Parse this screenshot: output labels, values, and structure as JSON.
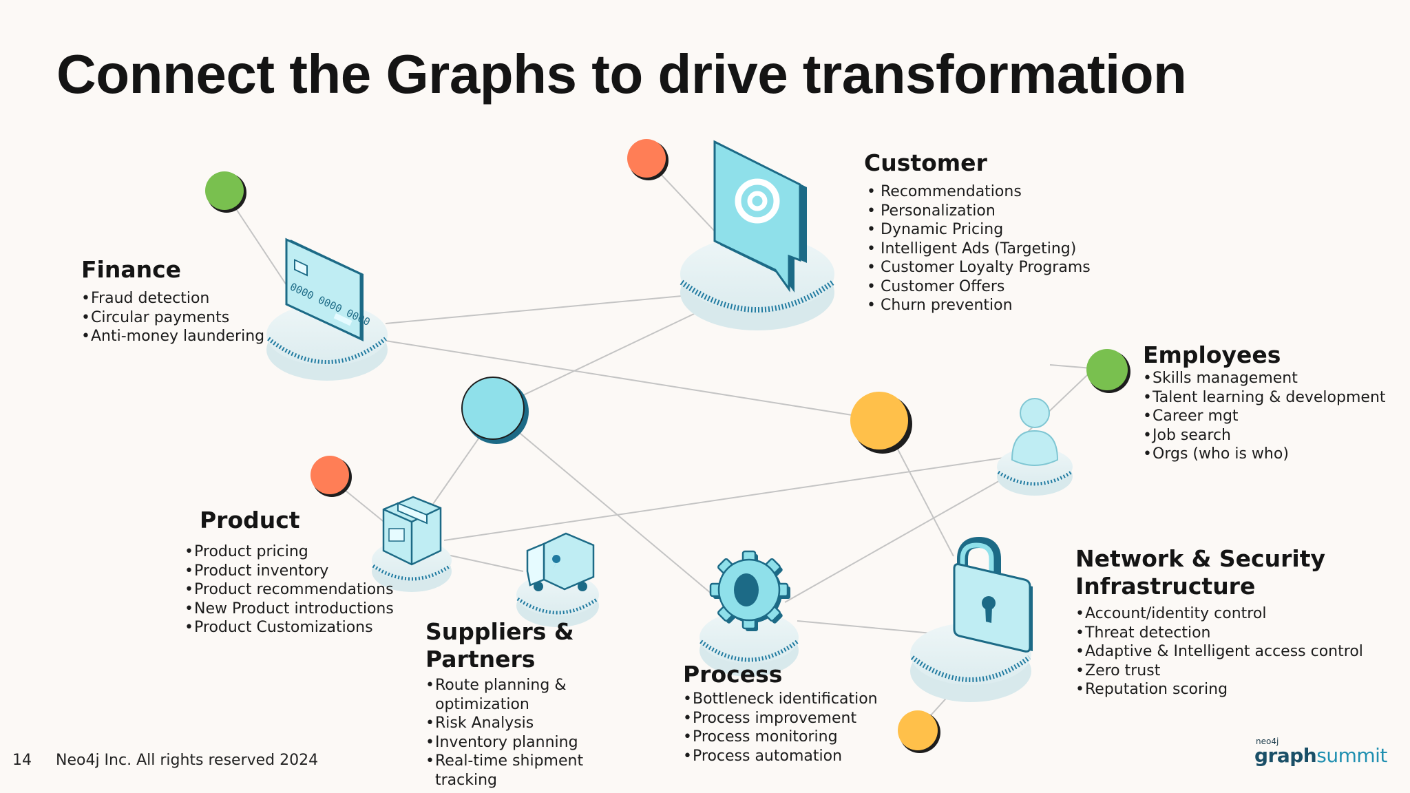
{
  "title": "Connect the Graphs to drive transformation",
  "groups": {
    "finance": {
      "heading": "Finance",
      "items": [
        "Fraud detection",
        "Circular payments",
        "Anti-money laundering"
      ]
    },
    "customer": {
      "heading": "Customer",
      "items": [
        "Recommendations",
        "Personalization",
        "Dynamic Pricing",
        "Intelligent Ads (Targeting)",
        "Customer Loyalty Programs",
        "Customer Offers",
        "Churn prevention"
      ]
    },
    "employees": {
      "heading": "Employees",
      "items": [
        "Skills management",
        "Talent learning & development",
        "Career mgt",
        "Job search",
        "Orgs (who is who)"
      ]
    },
    "product": {
      "heading": "Product",
      "items": [
        "Product pricing",
        "Product inventory",
        "Product recommendations",
        "New Product introductions",
        "Product Customizations"
      ]
    },
    "suppliers": {
      "heading_line1": "Suppliers &",
      "heading_line2": "Partners",
      "items": [
        "Route planning &",
        "optimization",
        "Risk Analysis",
        "Inventory planning",
        "Real-time shipment",
        "tracking"
      ]
    },
    "process": {
      "heading": "Process",
      "items": [
        "Bottleneck identification",
        "Process improvement",
        "Process monitoring",
        "Process automation"
      ]
    },
    "network": {
      "heading_line1": "Network & Security",
      "heading_line2": "Infrastructure",
      "items": [
        "Account/identity control",
        "Threat detection",
        "Adaptive & Intelligent access control",
        "Zero trust",
        "Reputation scoring"
      ]
    }
  },
  "footer": {
    "page_number": "14",
    "copyright": "Neo4j Inc. All rights reserved 2024"
  },
  "logo": {
    "small": "neo4j",
    "graph": "graph",
    "summit": "summit"
  },
  "colors": {
    "green": "#79c04f",
    "orange": "#ff7e56",
    "cyan": "#8fe0ea",
    "yellow": "#ffc04a",
    "icon_fill": "#bfedf3",
    "icon_stroke": "#1c6a86",
    "edge": "#c5c5c5"
  },
  "icons": [
    "credit-card-icon",
    "at-sign-chat-icon",
    "person-icon",
    "package-box-icon",
    "delivery-truck-icon",
    "gear-icon",
    "padlock-icon"
  ]
}
